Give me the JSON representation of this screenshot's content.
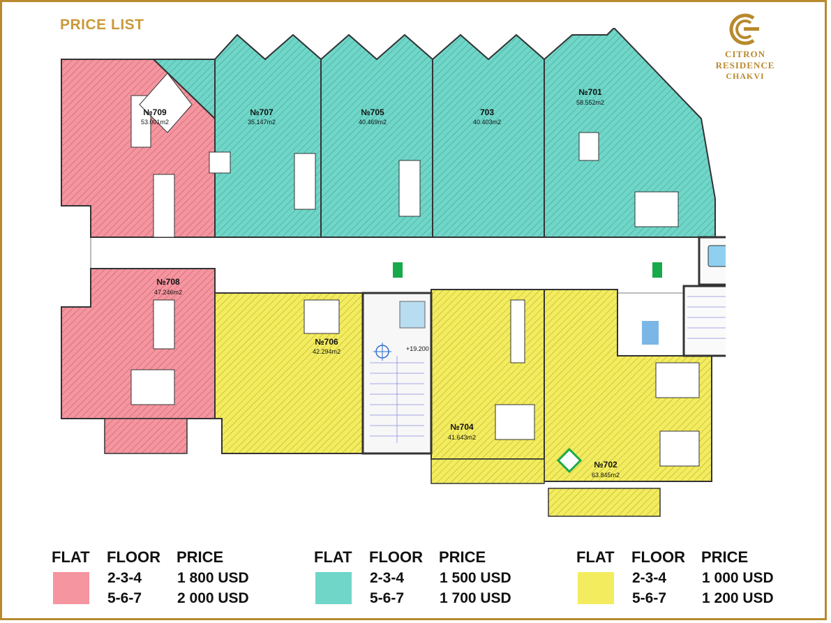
{
  "header": {
    "title": "PRICE LIST",
    "brand_line1": "CITRON RESIDENCE",
    "brand_line2": "CHAKVI"
  },
  "colors": {
    "gold": "#c99a3a",
    "pink": "#f4959f",
    "teal": "#6fd6c8",
    "yellow": "#f3ec5e"
  },
  "apartments": [
    {
      "no": "№709",
      "area": "53.001m2"
    },
    {
      "no": "№707",
      "area": "35.147m2"
    },
    {
      "no": "№705",
      "area": "40.469m2"
    },
    {
      "no": "703",
      "area": "40.403m2"
    },
    {
      "no": "№701",
      "area": "58.552m2"
    },
    {
      "no": "№708",
      "area": "47.246m2"
    },
    {
      "no": "№706",
      "area": "42.294m2"
    },
    {
      "no": "№704",
      "area": "41.643m2"
    },
    {
      "no": "№702",
      "area": "63.845m2"
    }
  ],
  "elevation": "+19.200",
  "legend": [
    {
      "flat": "FLAT",
      "floor": "FLOOR",
      "price": "PRICE",
      "color": "#f4959f",
      "rows": [
        {
          "floors": "2-3-4",
          "price": "1 800 USD"
        },
        {
          "floors": "5-6-7",
          "price": "2 000 USD"
        }
      ]
    },
    {
      "flat": "FLAT",
      "floor": "FLOOR",
      "price": "PRICE",
      "color": "#6fd6c8",
      "rows": [
        {
          "floors": "2-3-4",
          "price": "1 500 USD"
        },
        {
          "floors": "5-6-7",
          "price": "1 700 USD"
        }
      ]
    },
    {
      "flat": "FLAT",
      "floor": "FLOOR",
      "price": "PRICE",
      "color": "#f3ec5e",
      "rows": [
        {
          "floors": "2-3-4",
          "price": "1 000 USD"
        },
        {
          "floors": "5-6-7",
          "price": "1 200 USD"
        }
      ]
    }
  ]
}
